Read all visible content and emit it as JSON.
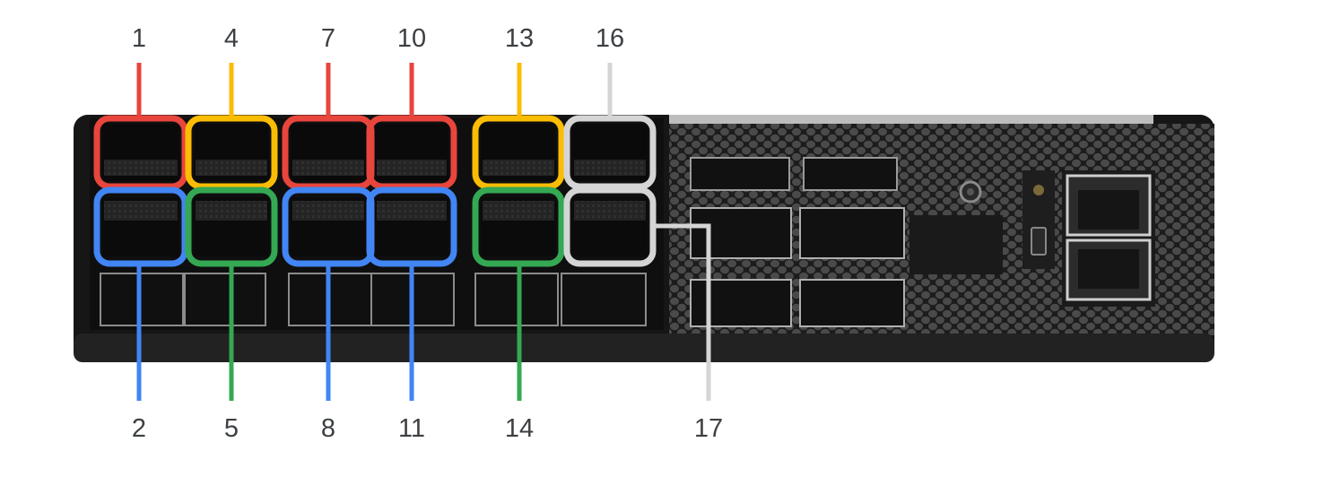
{
  "colors": {
    "red": "#e8453c",
    "yellow": "#fbbc04",
    "blue": "#4285f4",
    "green": "#34a853",
    "gray": "#d5d5d5",
    "chassis": "#1a1a1a",
    "label": "#3c4043"
  },
  "labels_top": [
    "1",
    "4",
    "7",
    "10",
    "13",
    "16"
  ],
  "labels_bottom": [
    "2",
    "5",
    "8",
    "11",
    "14",
    "17"
  ],
  "top_port_colors": [
    "red",
    "yellow",
    "red",
    "red",
    "yellow",
    "gray"
  ],
  "bottom_port_colors": [
    "blue",
    "green",
    "blue",
    "blue",
    "green",
    "gray"
  ]
}
